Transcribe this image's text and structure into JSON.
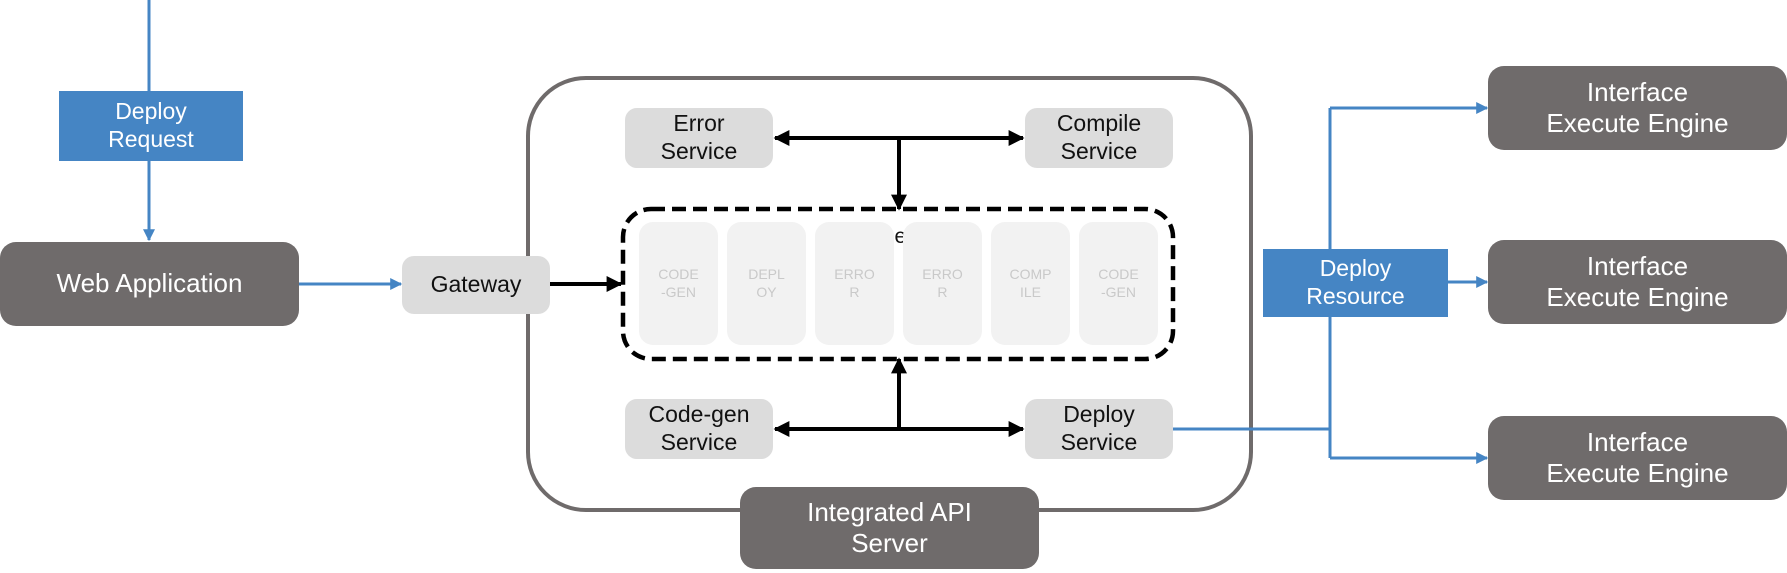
{
  "colors": {
    "dark_box": "#6f6b6b",
    "blue_box": "#4585c4",
    "light_box": "#dcdcdc",
    "queue_slot": "#f2f2f2",
    "black_arrow": "#000000",
    "blue_arrow": "#4585c4"
  },
  "nodes": {
    "deploy_request": "Deploy\nRequest",
    "web_application": "Web Application",
    "gateway": "Gateway",
    "error_service": "Error\nService",
    "compile_service": "Compile\nService",
    "message_queue": "Message Queue",
    "codegen_service": "Code-gen\nService",
    "deploy_service": "Deploy\nService",
    "integrated_api_server": "Integrated API\nServer",
    "deploy_resource": "Deploy\nResource",
    "engine_1": "Interface\nExecute Engine",
    "engine_2": "Interface\nExecute Engine",
    "engine_3": "Interface\nExecute Engine"
  },
  "queue_items": [
    "CODE\n-GEN",
    "DEPL\nOY",
    "ERRO\nR",
    "ERRO\nR",
    "COMP\nILE",
    "CODE\n-GEN"
  ]
}
